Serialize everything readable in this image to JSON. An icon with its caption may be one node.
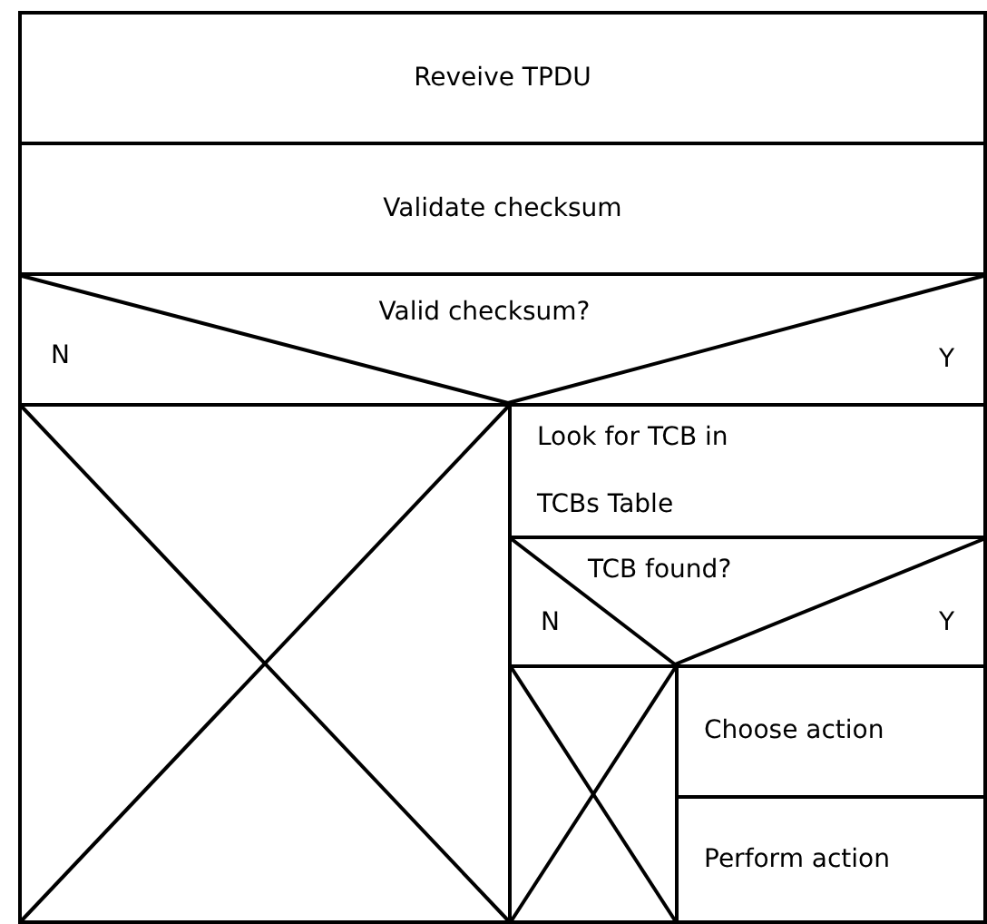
{
  "diagram": {
    "nodes": [
      {
        "text": [
          "Reveive TPDU"
        ]
      },
      {
        "text": [
          "Validate checksum"
        ]
      },
      {
        "text": [
          "Valid checksum?",
          "N",
          "Y"
        ]
      },
      {
        "text": [],
        "shape": "box"
      },
      {
        "text": [
          "Look for TCB in TCBs Table"
        ]
      },
      {
        "text": [
          "TCB found?",
          "N",
          "Y"
        ]
      },
      {
        "text": [],
        "shape": "box"
      },
      {
        "text": [
          "Choose action"
        ]
      },
      {
        "text": [
          "Perform action"
        ]
      }
    ]
  }
}
